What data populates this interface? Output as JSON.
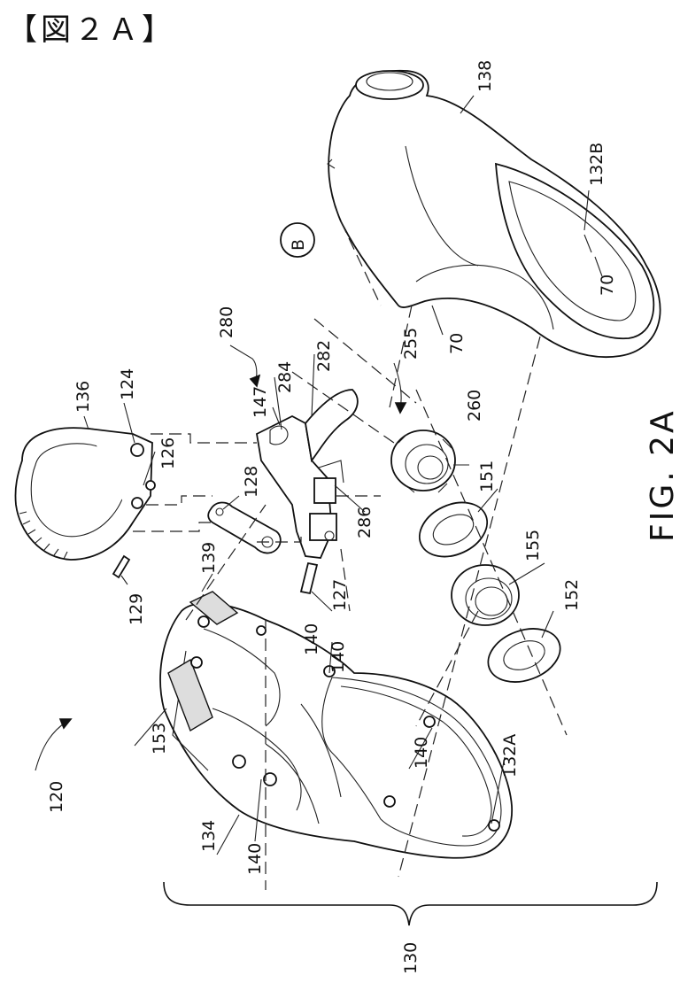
{
  "title": "【図２Ａ】",
  "figure_label": "FIG. 2A",
  "callouts": {
    "c120": "120",
    "c130": "130",
    "c134": "134",
    "c153": "153",
    "c139": "139",
    "c129": "129",
    "c127": "127",
    "c140a": "140",
    "c140b": "140",
    "c140c": "140",
    "c140d": "140",
    "c132A": "132A",
    "c152": "152",
    "c155": "155",
    "c151": "151",
    "c286": "286",
    "c260": "260",
    "c255": "255",
    "c70a": "70",
    "c70b": "70",
    "c132B": "132B",
    "c138": "138",
    "cB": "B",
    "c280": "280",
    "c282": "282",
    "c284": "284",
    "c147": "147",
    "c128": "128",
    "c136": "136",
    "c124": "124",
    "c126": "126"
  }
}
